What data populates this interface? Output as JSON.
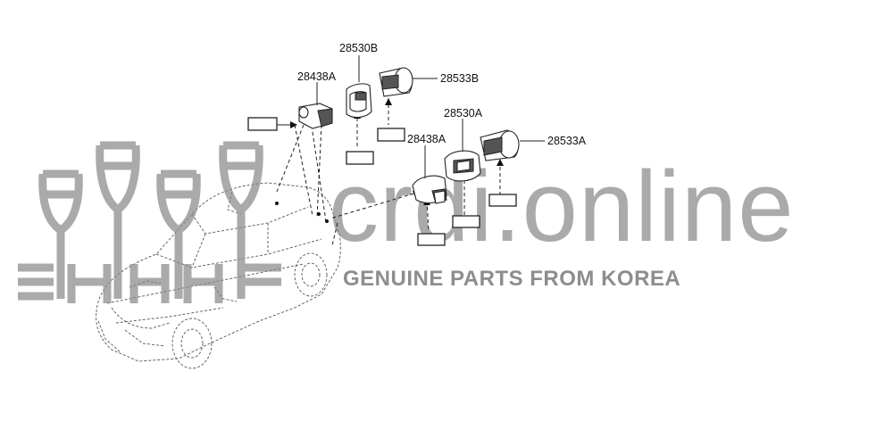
{
  "callouts": [
    {
      "id": "c-28530B",
      "text": "28530B"
    },
    {
      "id": "c-28533B",
      "text": "28533B"
    },
    {
      "id": "c-28438A-rear",
      "text": "28438A"
    },
    {
      "id": "c-28530A",
      "text": "28530A"
    },
    {
      "id": "c-28533A",
      "text": "28533A"
    },
    {
      "id": "c-28438A-front",
      "text": "28438A"
    }
  ],
  "watermark": {
    "brand": "crdi.online",
    "tagline": "GENUINE PARTS FROM KOREA"
  }
}
